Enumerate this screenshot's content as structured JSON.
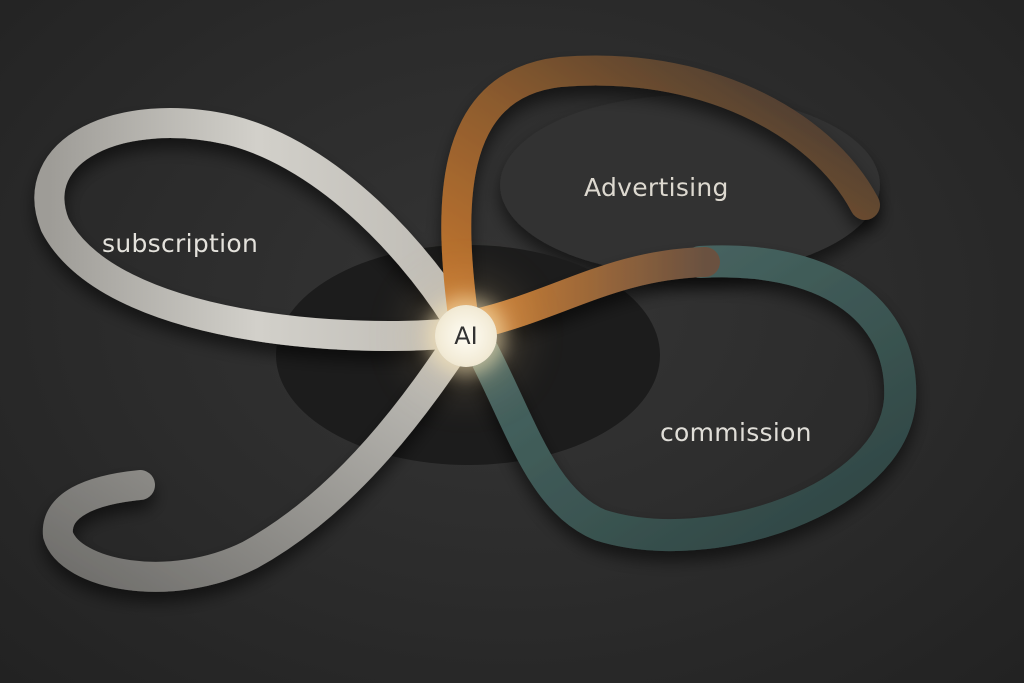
{
  "center": {
    "label": "AI"
  },
  "loops": [
    {
      "label": "subscription",
      "color": "#c9c7c1"
    },
    {
      "label": "Advertising",
      "color": "#b8702e"
    },
    {
      "label": "commission",
      "color": "#3f5a57"
    }
  ]
}
